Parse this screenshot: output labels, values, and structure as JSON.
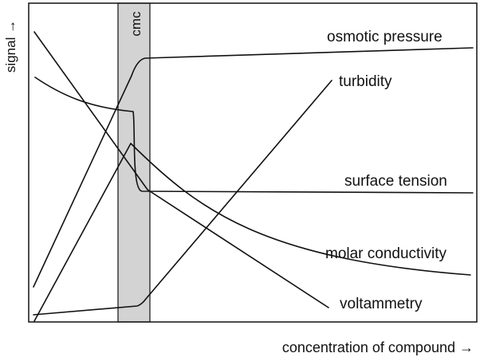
{
  "chart_data": {
    "type": "line",
    "xlabel": "concentration of compound →",
    "ylabel": "signal →",
    "band_label": "cmc",
    "colors": {
      "band_fill": "#d3d3d3",
      "line": "#111111",
      "frame": "#111111"
    },
    "series": [
      {
        "name": "osmotic pressure"
      },
      {
        "name": "turbidity"
      },
      {
        "name": "surface tension"
      },
      {
        "name": "molar conductivity"
      },
      {
        "name": "voltammetry"
      }
    ]
  }
}
